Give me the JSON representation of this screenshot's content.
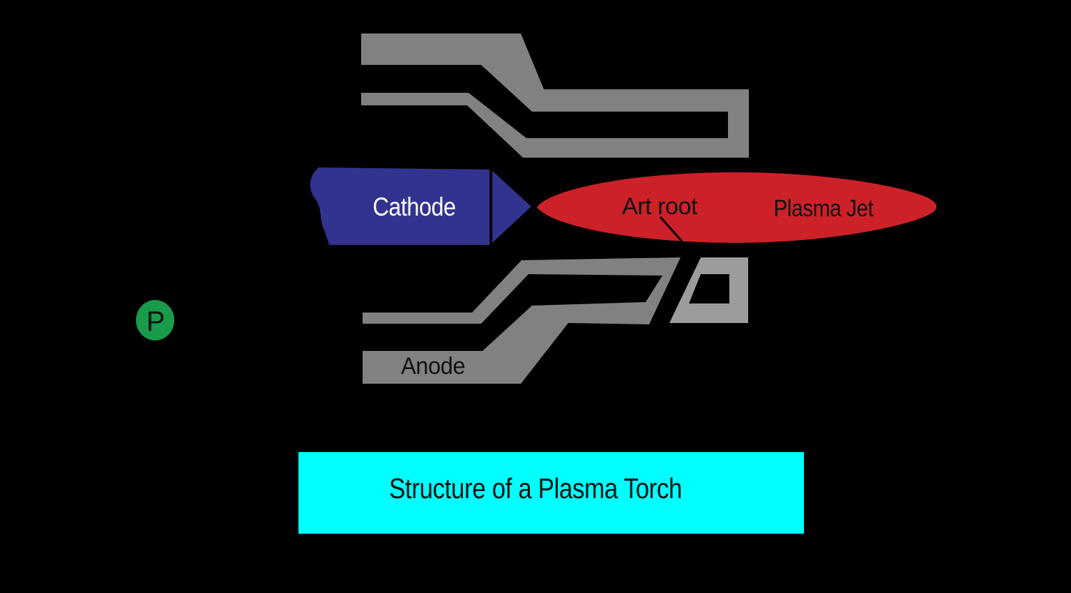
{
  "diagram": {
    "background": "#000000",
    "labels": {
      "cathode": "Cathode",
      "anode": "Anode",
      "arc_root": "Art root",
      "plasma_jet": "Plasma Jet",
      "marker": "P"
    },
    "title_banner": {
      "label": "Structure of a Plasma Torch",
      "bg": "#00ffff",
      "text_color": "#111111"
    },
    "colors": {
      "electrode_gray": "#818181",
      "nozzle_gray": "#9c9c9c",
      "cathode_blue": "#32338e",
      "plasma_red": "#cc2128",
      "marker_green": "#189b4a",
      "leader_line": "#000000",
      "cathode_text": "#ffffff"
    }
  }
}
